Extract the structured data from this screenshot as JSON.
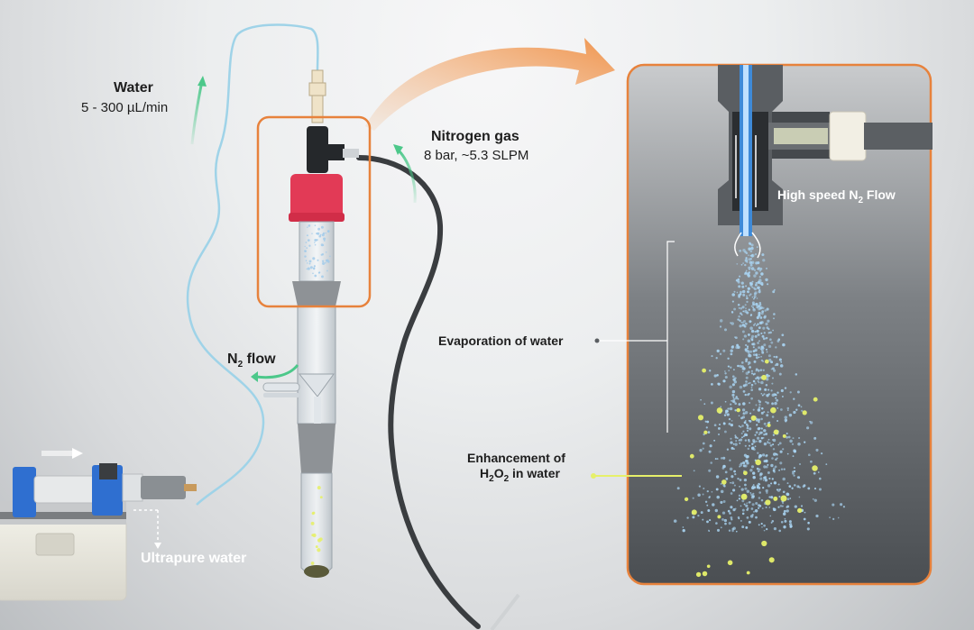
{
  "labels": {
    "water_title": "Water",
    "water_rate": "5 - 300 µL/min",
    "nitrogen_title": "Nitrogen gas",
    "nitrogen_spec": "8 bar, ~5.3 SLPM",
    "n2_flow_prefix": "N",
    "n2_flow_sub": "2",
    "n2_flow_suffix": " flow",
    "ultrapure_water": "Ultrapure water",
    "high_speed_prefix": "High speed N",
    "high_speed_sub": "2",
    "high_speed_suffix": " Flow",
    "evaporation": "Evaporation of water",
    "enhancement_line1": "Enhancement of",
    "h2o2_h": "H",
    "h2o2_sub1": "2",
    "h2o2_o": "O",
    "h2o2_sub2": "2",
    "h2o2_suffix": " in water"
  },
  "colors": {
    "highlight_box": "#e7823c",
    "big_arrow": "#f0a060",
    "green_arrow": "#4cc88a",
    "water_tube": "#9fd3e8",
    "gas_tube": "#3a3d40",
    "cap_red": "#e23a56",
    "pump_blue": "#2f6fd0",
    "spray_blue": "#a9d4f2",
    "droplet_yellow": "#e6f06a",
    "inset_background": "#5c6063"
  }
}
